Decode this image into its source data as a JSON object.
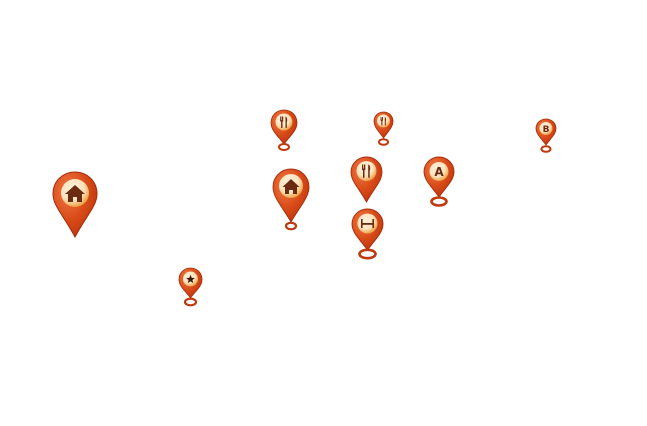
{
  "colors": {
    "pin_dark": "#b8320c",
    "pin_mid": "#d84a18",
    "pin_light": "#f07a45",
    "badge_light": "#fde3bf",
    "badge_dark": "#e7962f",
    "glyph": "#6b2a12"
  },
  "pins": [
    {
      "name": "home-pin-large",
      "icon": "home-icon",
      "style": "pointed",
      "label": ""
    },
    {
      "name": "restaurant-pin-top",
      "icon": "fork-knife-icon",
      "style": "ring",
      "label": ""
    },
    {
      "name": "restaurant-pin-small",
      "icon": "fork-knife-icon",
      "style": "ring",
      "label": ""
    },
    {
      "name": "marker-b-pin",
      "icon": "letter-icon",
      "style": "ring",
      "label": "B"
    },
    {
      "name": "home-pin-medium",
      "icon": "home-icon",
      "style": "ring",
      "label": ""
    },
    {
      "name": "restaurant-pin-middle",
      "icon": "fork-knife-icon",
      "style": "pointed",
      "label": ""
    },
    {
      "name": "marker-a-pin",
      "icon": "letter-icon",
      "style": "ring",
      "label": "A"
    },
    {
      "name": "hotel-pin",
      "icon": "bed-icon",
      "style": "ring",
      "label": ""
    },
    {
      "name": "favorite-pin",
      "icon": "star-icon",
      "style": "ring",
      "label": ""
    }
  ]
}
